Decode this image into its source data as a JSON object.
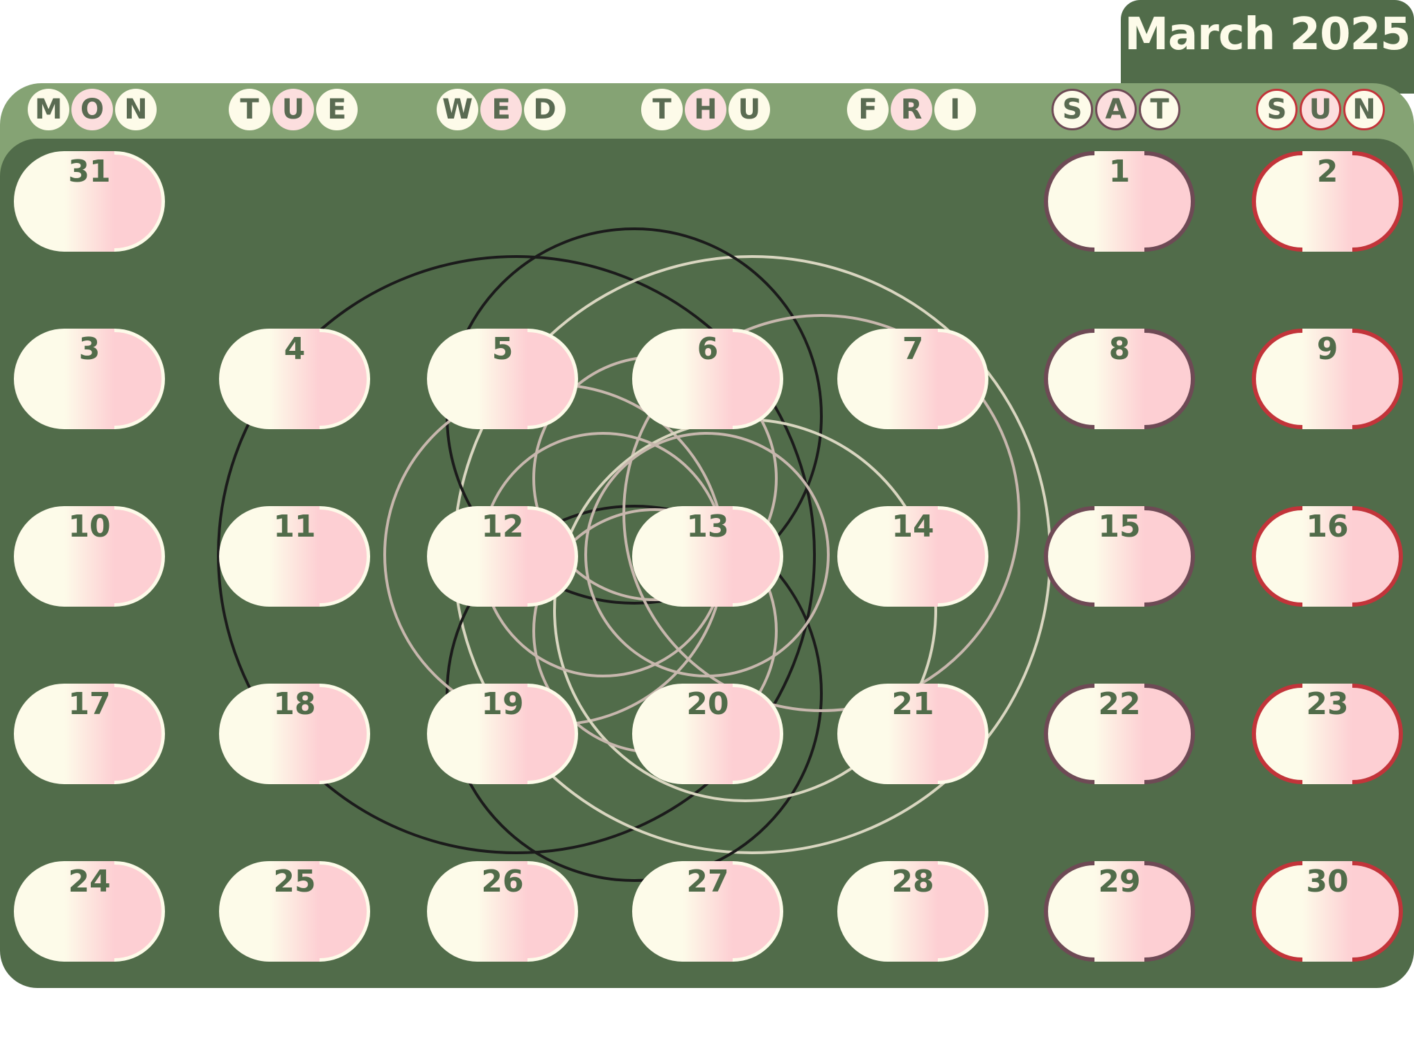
{
  "title": "March 2025",
  "weekdays": [
    {
      "letters": [
        "M",
        "O",
        "N"
      ]
    },
    {
      "letters": [
        "T",
        "U",
        "E"
      ]
    },
    {
      "letters": [
        "W",
        "E",
        "D"
      ]
    },
    {
      "letters": [
        "T",
        "H",
        "U"
      ]
    },
    {
      "letters": [
        "F",
        "R",
        "I"
      ]
    },
    {
      "letters": [
        "S",
        "A",
        "T"
      ]
    },
    {
      "letters": [
        "S",
        "U",
        "N"
      ]
    }
  ],
  "weeks": [
    [
      "31",
      "",
      "",
      "",
      "",
      "1",
      "2"
    ],
    [
      "3",
      "4",
      "5",
      "6",
      "7",
      "8",
      "9"
    ],
    [
      "10",
      "11",
      "12",
      "13",
      "14",
      "15",
      "16"
    ],
    [
      "17",
      "18",
      "19",
      "20",
      "21",
      "22",
      "23"
    ],
    [
      "24",
      "25",
      "26",
      "27",
      "28",
      "29",
      "30"
    ]
  ]
}
